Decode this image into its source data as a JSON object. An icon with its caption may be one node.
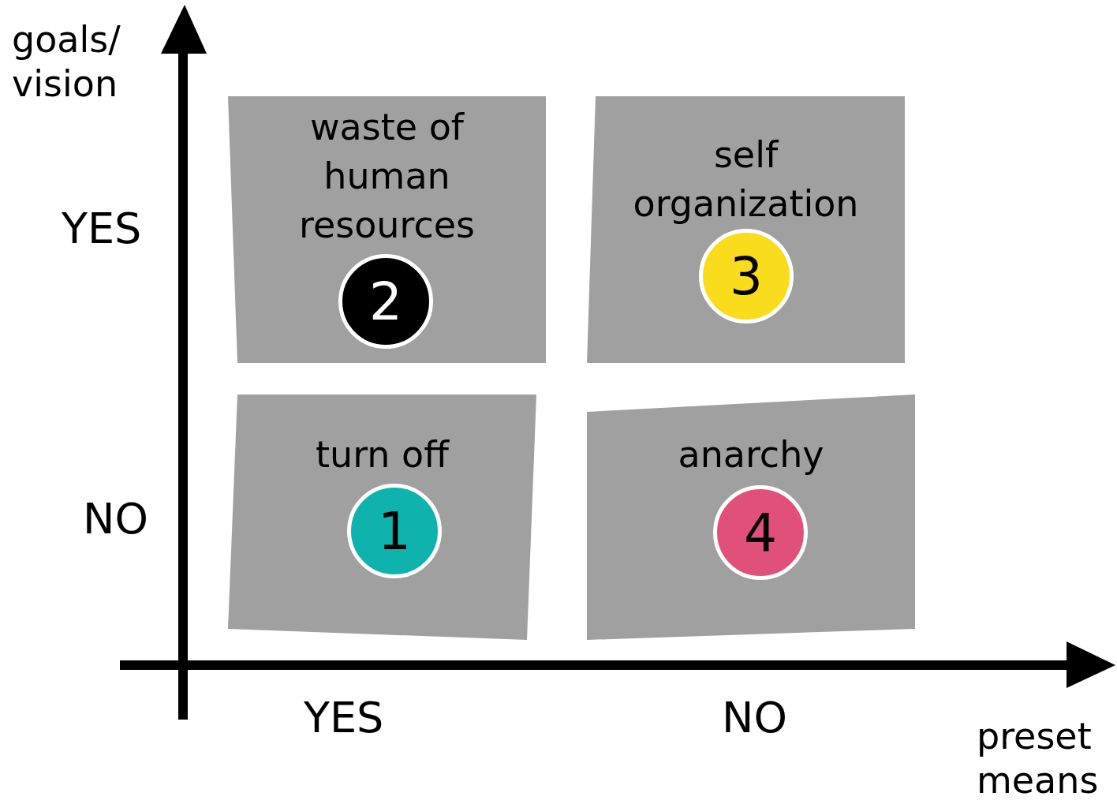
{
  "diagram": {
    "nodes": [
      {
        "text": [
          "waste of human resources"
        ]
      },
      {
        "text": [
          "2"
        ],
        "in": 0
      },
      {
        "text": [
          "self organization"
        ]
      },
      {
        "text": [
          "3"
        ],
        "in": 2
      },
      {
        "text": [
          "turn off"
        ]
      },
      {
        "text": [
          "1"
        ],
        "in": 4
      },
      {
        "text": [
          "anarchy"
        ]
      },
      {
        "text": [
          "4"
        ],
        "in": 6
      }
    ],
    "edges": [],
    "labels": [
      "goals/ vision",
      "YES",
      "NO",
      "YES",
      "NO",
      "preset means"
    ]
  }
}
